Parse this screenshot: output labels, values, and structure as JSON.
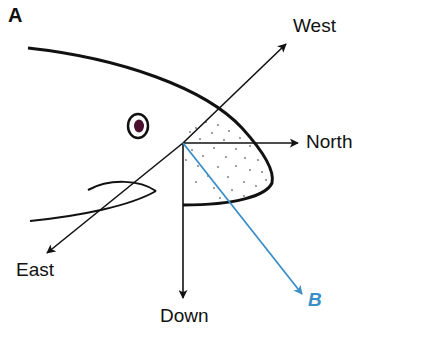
{
  "diagram": {
    "labels": [
      "A",
      "West",
      "North",
      "East",
      "Down",
      "B"
    ]
  }
}
